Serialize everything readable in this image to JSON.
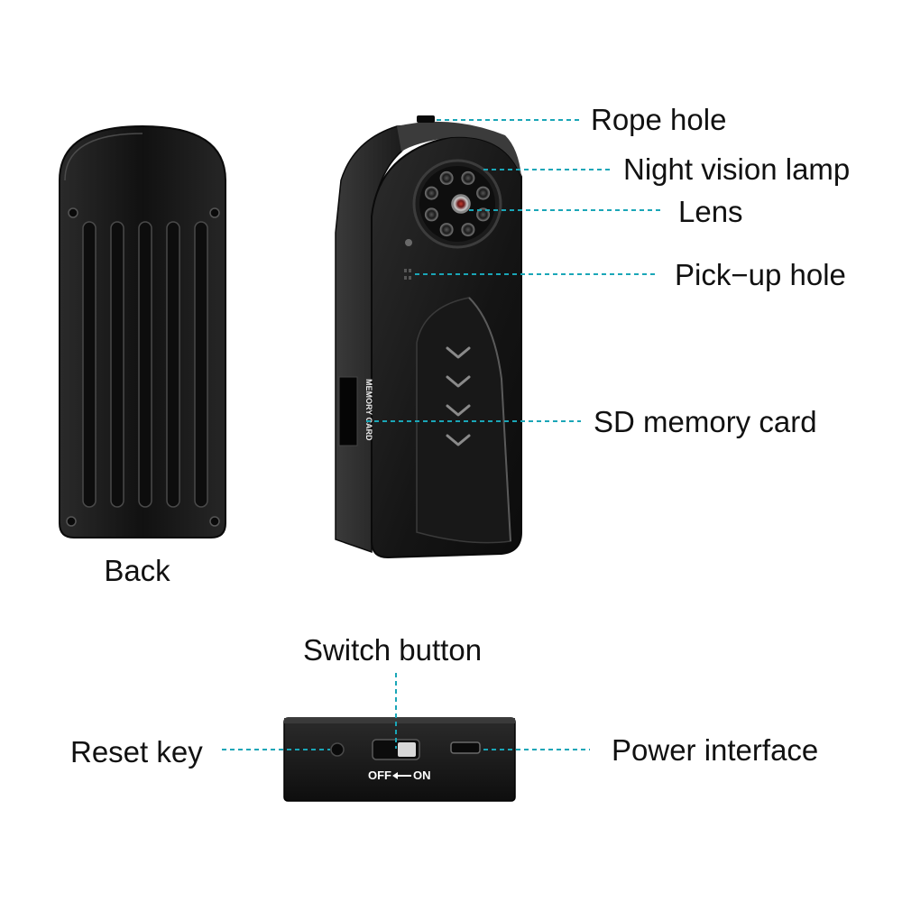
{
  "labels": {
    "rope_hole": "Rope hole",
    "night_vision_lamp": "Night vision lamp",
    "lens": "Lens",
    "pickup_hole": "Pick−up hole",
    "sd_memory_card": "SD memory card",
    "back": "Back",
    "switch_button": "Switch button",
    "reset_key": "Reset key",
    "power_interface": "Power interface"
  },
  "device_print": {
    "memory_card": "MEMORY CARD",
    "off": "OFF",
    "on": "ON"
  },
  "colors": {
    "leader_line": "#1aa6b7",
    "device_body": "#1a1a1a",
    "label_text": "#111111"
  }
}
